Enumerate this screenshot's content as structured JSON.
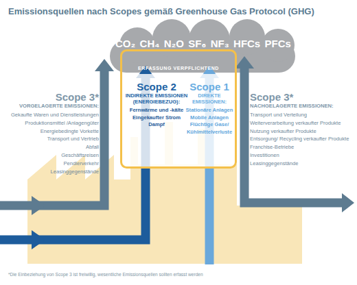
{
  "diagram": {
    "title": "Emissionsquellen nach Scopes gemäß Greenhouse Gas Protocol (GHG)",
    "nodes": [
      {
        "text": [
          "CO₂",
          "CH₄",
          "N₂O",
          "SF₆",
          "NF₃",
          "HFCs",
          "PFCs"
        ]
      },
      {
        "text": [
          "ERFASSUNG VERPFLICHTEND",
          "Scope 2",
          "INDIREKTE EMISSIONEN (ENERGIEBEZUG):",
          "Fernwärme und -kälte",
          "Eingekaufter Strom",
          "Dampf",
          "Scope 1",
          "DIREKTE EMISSIONEN:",
          "Stationäre Anlagen",
          "Mobile Anlagen",
          "Flüchtige Gase/ Kühlmittelverluste"
        ]
      }
    ],
    "labels": [
      "Scope 3*",
      "VORGELAGERTE EMISSIONEN:",
      "Gekaufte Waren und Dienstleistungen",
      "Produktionsmittel /Anlagengüter",
      "Energiebedingte Vorkette",
      "Transport und Vertrieb",
      "Abfall",
      "Geschäftsreisen",
      "Pendlerverkehr",
      "Leasinggegenstände",
      "Scope 3*",
      "NACHGELAGERTE EMISSIONEN:",
      "Transport und Verteilung",
      "Weiterverarbeitung verkaufter Produkte",
      "Nutzung verkaufter Produkte",
      "Entsorgung/ Recycling verkaufter Produkte",
      "Franchise-Betriebe",
      "Investitionen",
      "Leasinggegenstände",
      "*Die Einbeziehung von Scope 3 ist freiwillig, wesentliche Emissionsquellen sollten erfasst werden"
    ]
  }
}
